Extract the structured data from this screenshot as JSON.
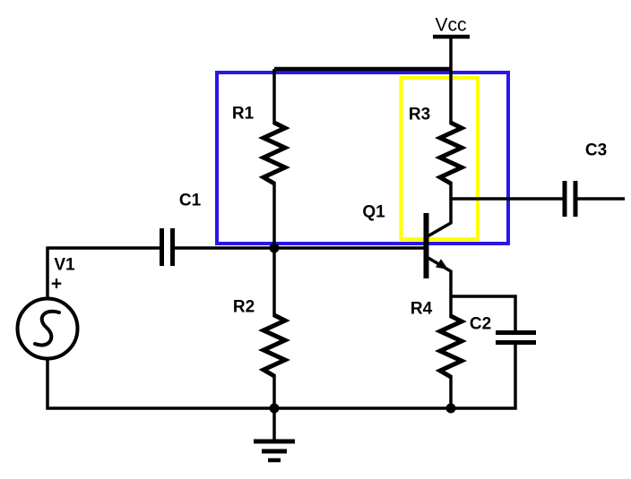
{
  "schematic": {
    "type": "circuit-diagram",
    "subject": "single-stage common-emitter BJT amplifier",
    "labels": {
      "vcc": "Vcc",
      "v1": "V1",
      "v1_polarity": "+",
      "c1": "C1",
      "r1": "R1",
      "r2": "R2",
      "r3": "R3",
      "r4": "R4",
      "q1": "Q1",
      "c2": "C2",
      "c3": "C3"
    },
    "components": [
      {
        "ref": "V1",
        "symbol": "ac-voltage-source"
      },
      {
        "ref": "C1",
        "symbol": "capacitor"
      },
      {
        "ref": "R1",
        "symbol": "resistor"
      },
      {
        "ref": "R2",
        "symbol": "resistor"
      },
      {
        "ref": "R3",
        "symbol": "resistor"
      },
      {
        "ref": "R4",
        "symbol": "resistor"
      },
      {
        "ref": "Q1",
        "symbol": "npn-transistor"
      },
      {
        "ref": "C2",
        "symbol": "capacitor"
      },
      {
        "ref": "C3",
        "symbol": "capacitor"
      },
      {
        "ref": "GND",
        "symbol": "earth-ground"
      }
    ],
    "colors": {
      "wire": "#000000",
      "outer_highlight": "#2a16e8",
      "inner_highlight": "#ffff00",
      "canvas": "#ffffff"
    }
  }
}
